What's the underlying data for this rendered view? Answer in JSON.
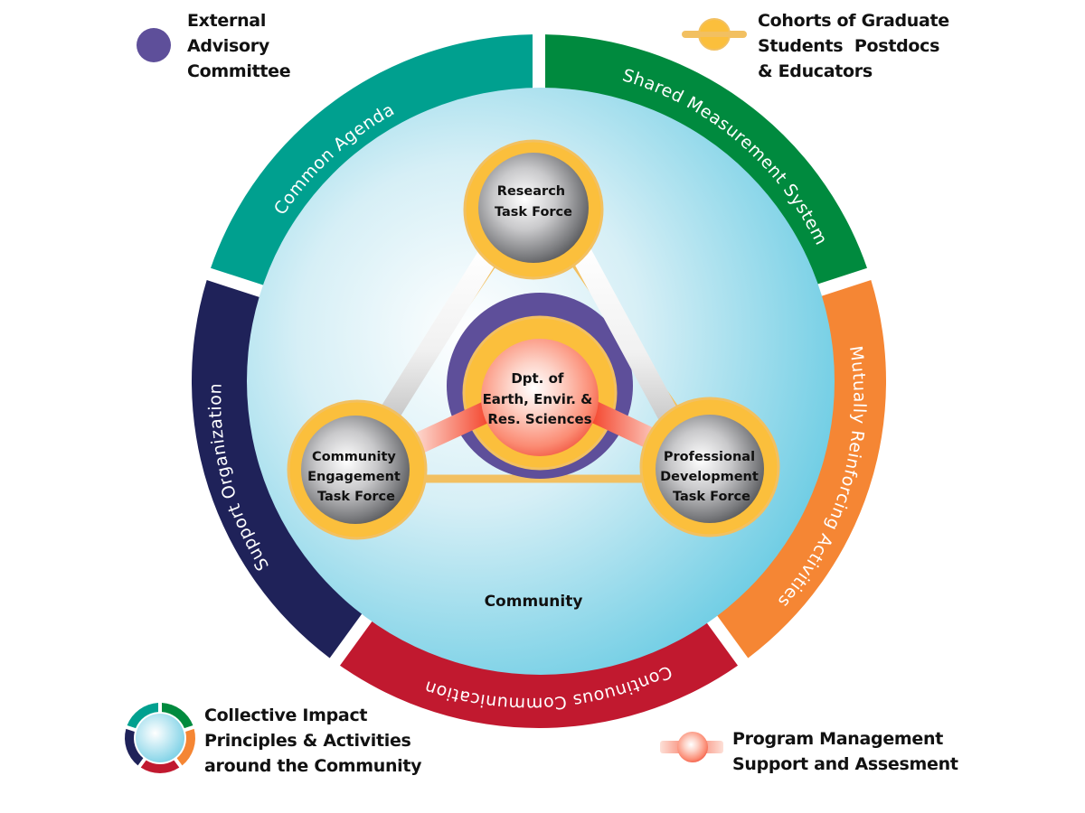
{
  "diagram": {
    "title_center": [
      "Dpt. of",
      "Earth, Envir. &",
      "Res. Sciences"
    ],
    "community_label": "Community",
    "task_forces": [
      {
        "id": "research",
        "lines": [
          "Research",
          "Task Force"
        ]
      },
      {
        "id": "community-engagement",
        "lines": [
          "Community",
          "Engagement",
          "Task Force"
        ]
      },
      {
        "id": "professional-development",
        "lines": [
          "Professional",
          "Development",
          "Task Force"
        ]
      }
    ],
    "ring_segments": [
      {
        "id": "common-agenda",
        "label": "Common   Agenda",
        "color": "#00A08F"
      },
      {
        "id": "shared-measurement",
        "label": "Shared  Measurement  System",
        "color": "#008A3E"
      },
      {
        "id": "mutually-reinforcing",
        "label": "Mutually  Reinforcing  Activities",
        "color": "#F58634"
      },
      {
        "id": "continuous-communication",
        "label": "Continuous  Communication",
        "color": "#C1192F"
      },
      {
        "id": "support-organization",
        "label": "Support  Organization",
        "color": "#1F2259"
      }
    ]
  },
  "legend": {
    "external_advisory": {
      "lines": [
        "External",
        "Advisory",
        "Committee"
      ],
      "color": "#5E4F9A"
    },
    "cohorts": {
      "lines": [
        "Cohorts of Graduate",
        "Students  Postdocs",
        "& Educators"
      ],
      "color": "#F7B733"
    },
    "collective_impact": {
      "lines": [
        "Collective Impact",
        "Principles & Activities",
        "around the Community"
      ]
    },
    "program_management": {
      "lines": [
        "Program Management",
        "Support and Assesment"
      ]
    }
  },
  "colors": {
    "purple": "#5E4F9A",
    "yellow": "#FBBF3C",
    "yellow_outline": "#F2C061",
    "sky": "#7DD1E6"
  }
}
